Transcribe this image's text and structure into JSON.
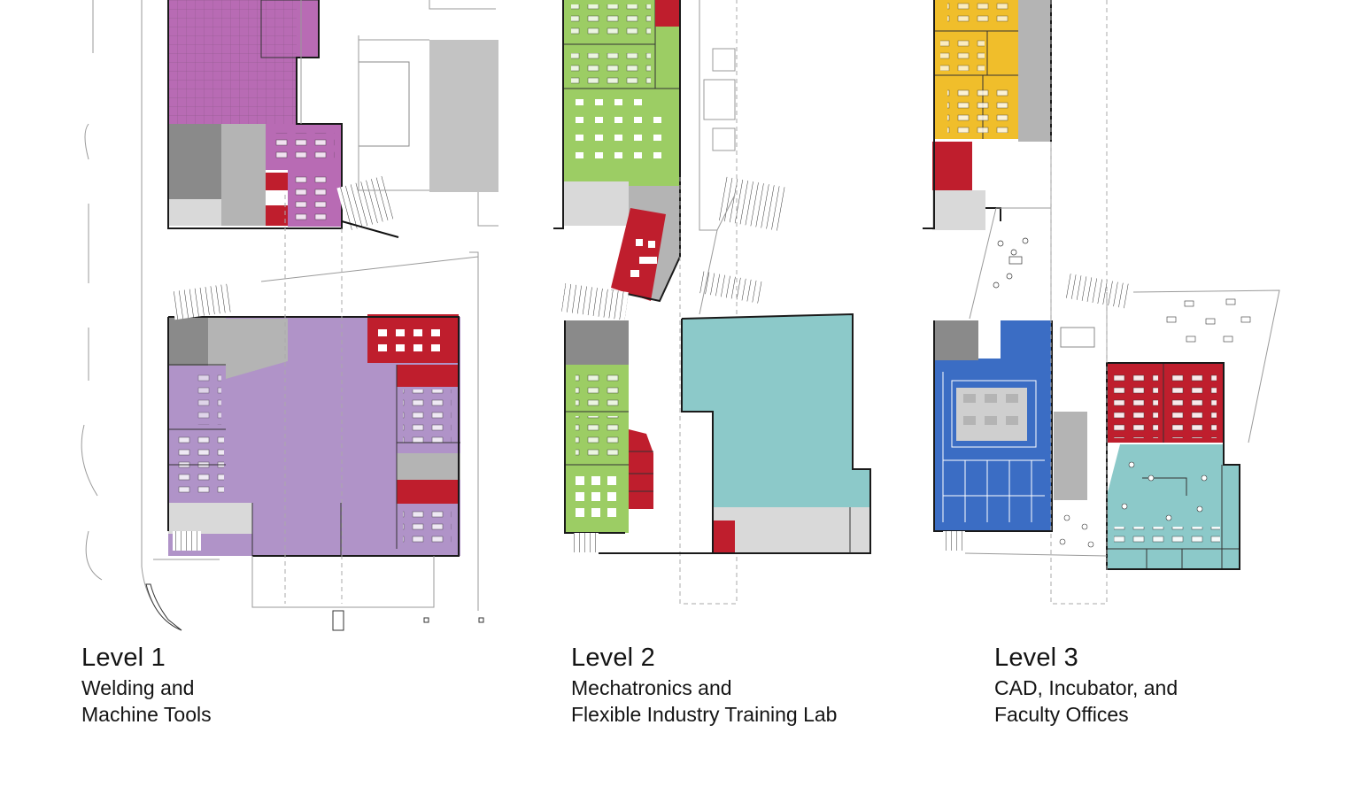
{
  "levels": [
    {
      "name": "Level 1",
      "line1": "Welding and",
      "line2": "Machine Tools"
    },
    {
      "name": "Level 2",
      "line1": "Mechatronics and",
      "line2": "Flexible Industry Training Lab"
    },
    {
      "name": "Level 3",
      "line1": "CAD, Incubator, and",
      "line2": "Faculty Offices"
    }
  ],
  "colors": {
    "magenta": "#b86bb4",
    "lavender": "#b093c8",
    "red": "#bf1e2d",
    "green": "#9ccd64",
    "teal": "#8cc9c9",
    "yellow": "#f0be2b",
    "blue": "#3b6dc4",
    "gray": "#b4b4b4",
    "lightgray": "#d9d9d9"
  }
}
